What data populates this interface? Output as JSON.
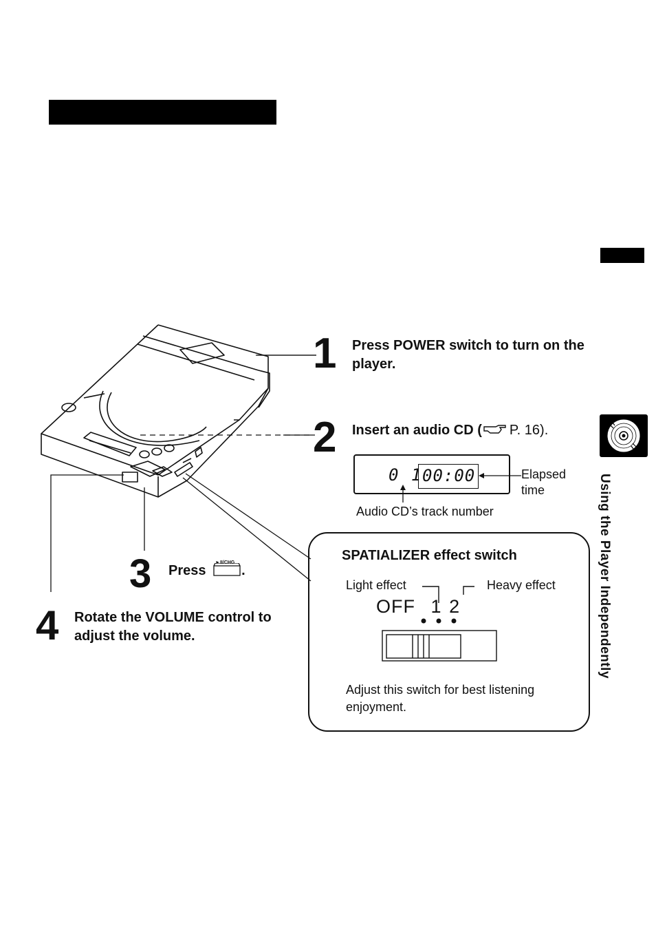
{
  "side_tab": {
    "label": "Using the Player Independently",
    "icon": "cd-disc-icon"
  },
  "steps": [
    {
      "number": "1",
      "text": "Press POWER switch to turn on the player."
    },
    {
      "number": "2",
      "text": "Insert an audio CD (",
      "ref": "P. 16).",
      "ref_icon": "pointing-hand-icon"
    },
    {
      "number": "3",
      "text": "Press",
      "button_mark": "►II/CHG",
      "suffix": "."
    },
    {
      "number": "4",
      "text": "Rotate the VOLUME control to adjust the volume."
    }
  ],
  "display": {
    "track": "0 1",
    "time": "00:00",
    "elapsed_label": "Elapsed time",
    "track_label": "Audio CD’s track number"
  },
  "spatializer": {
    "title": "SPATIALIZER effect switch",
    "light_label": "Light effect",
    "heavy_label": "Heavy effect",
    "positions": [
      "OFF",
      "1",
      "2"
    ],
    "note": "Adjust this switch for best listening enjoyment."
  },
  "colors": {
    "ink": "#111111",
    "background": "#ffffff"
  }
}
